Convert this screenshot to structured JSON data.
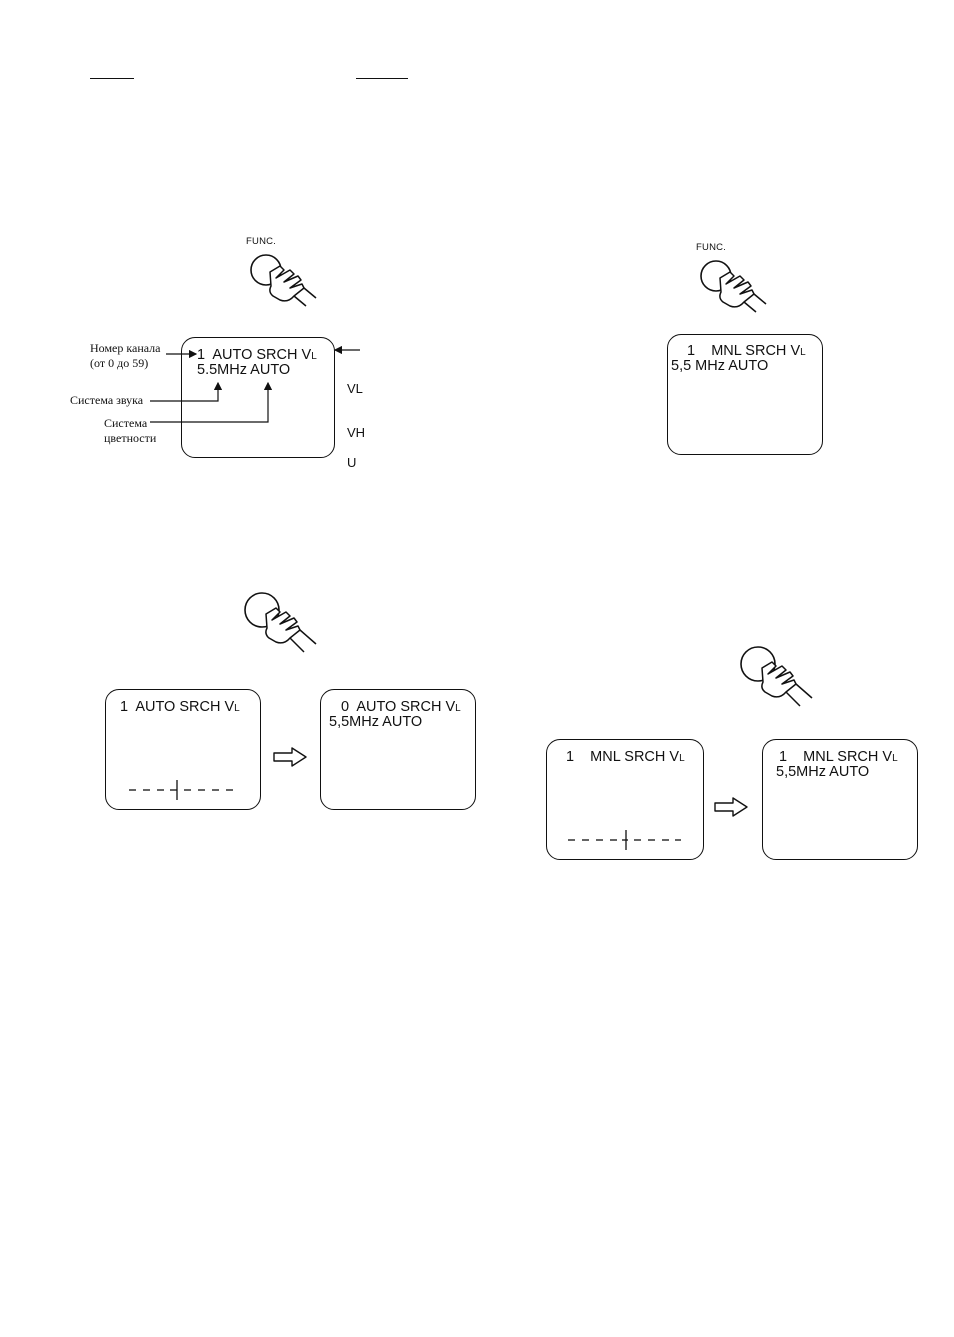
{
  "func_label": "FUNC.",
  "auto_osd": {
    "channel": "1",
    "mode": "AUTO SRCH",
    "band_main": "V",
    "band_sub": "L",
    "line2": "5.5MHz AUTO"
  },
  "callouts": {
    "channel_number": "Номер канала",
    "channel_range": "(от 0 до 59)",
    "sound_system": "Система звука",
    "color_system_1": "Система",
    "color_system_2": "цветности"
  },
  "bands": [
    "VL",
    "VH",
    "U"
  ],
  "manual_osd": {
    "channel": "1",
    "mode": "MNL SRCH",
    "band_main": "V",
    "band_sub": "L",
    "line2": "5,5 MHz AUTO"
  },
  "auto_search": {
    "before_line1": "1  AUTO SRCH V",
    "before_sub": "L",
    "after_line1": "0  AUTO SRCH V",
    "after_sub": "L",
    "after_line2": "5,5MHz AUTO"
  },
  "manual_search": {
    "before_line1": "1    MNL SRCH V",
    "before_sub": "L",
    "after_line1": "1    MNL SRCH V",
    "after_sub": "L",
    "after_line2": "5,5MHz AUTO"
  }
}
